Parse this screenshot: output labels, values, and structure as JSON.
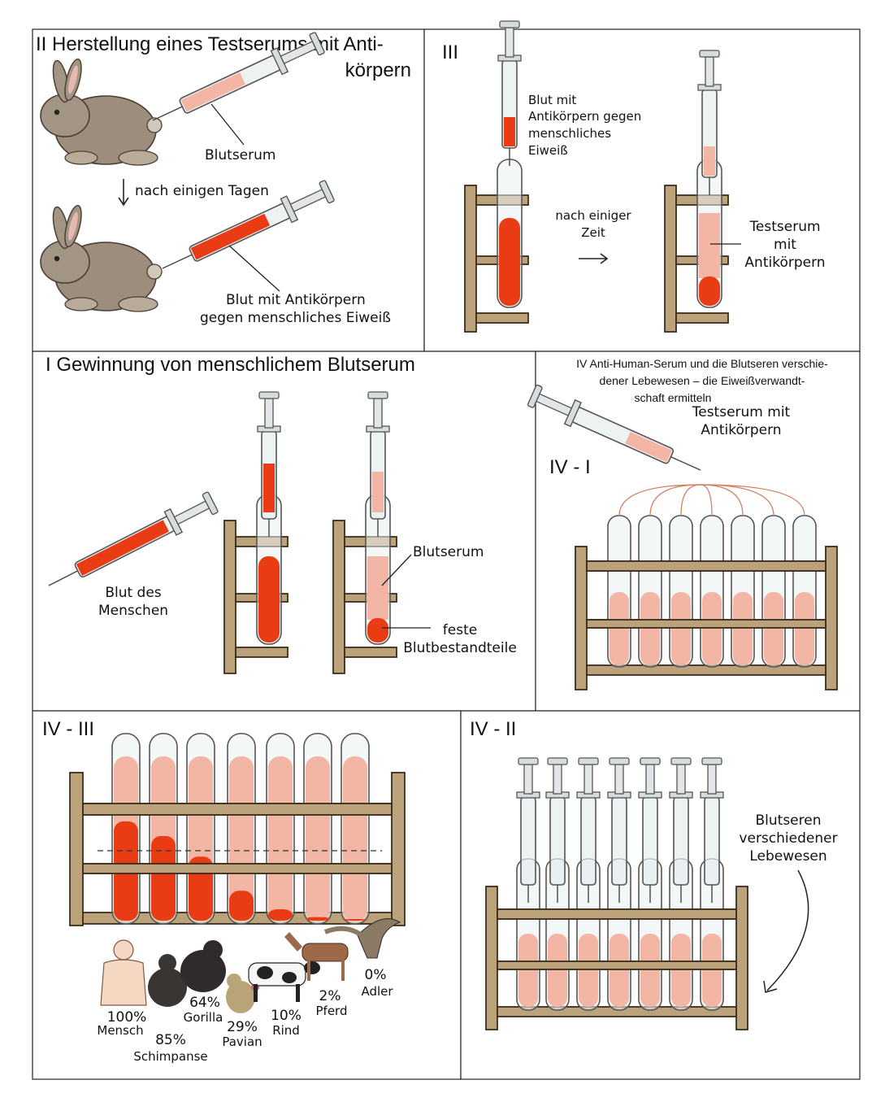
{
  "panel_I": {
    "title": "I Gewinnung von menschlichem Blutserum",
    "label_blood": [
      "Blut des",
      "Menschen"
    ],
    "label_serum": "Blutserum",
    "label_solid": [
      "feste",
      "Blutbestandteile"
    ]
  },
  "panel_II": {
    "title_line1": "II Herstellung eines Testserums mit Anti-",
    "title_line2": "körpern",
    "label_serum": "Blutserum",
    "label_days": "nach einigen Tagen",
    "label_blood": [
      "Blut mit Antikörpern",
      "gegen menschliches Eiweiß"
    ]
  },
  "panel_III": {
    "title": "III",
    "label_blood": [
      "Blut mit",
      "Antikörpern gegen",
      "menschliches",
      "Eiweiß"
    ],
    "label_time": [
      "nach einiger",
      "Zeit"
    ],
    "label_test": [
      "Testserum",
      "mit",
      "Antikörpern"
    ]
  },
  "panel_IV": {
    "heading": [
      "IV Anti-Human-Serum und die Blutseren verschie-",
      "dener Lebewesen – die Eiweißverwandt-",
      "schaft ermitteln"
    ],
    "sub1_title": "IV - I",
    "sub1_label": [
      "Testserum mit",
      "Antikörpern"
    ],
    "sub2_title": "IV - II",
    "sub2_label": [
      "Blutseren",
      "verschiedener",
      "Lebewesen"
    ],
    "sub3_title": "IV - III"
  },
  "similarity": [
    {
      "species": "Mensch",
      "percent": "100%",
      "value": 100
    },
    {
      "species": "Schimpanse",
      "percent": "85%",
      "value": 85
    },
    {
      "species": "Gorilla",
      "percent": "64%",
      "value": 64
    },
    {
      "species": "Pavian",
      "percent": "29%",
      "value": 29
    },
    {
      "species": "Rind",
      "percent": "10%",
      "value": 10
    },
    {
      "species": "Pferd",
      "percent": "2%",
      "value": 2
    },
    {
      "species": "Adler",
      "percent": "0%",
      "value": 0
    }
  ],
  "colors": {
    "blood": "#ea3c14",
    "serum": "#f4b6a4",
    "wood": "#bca27a",
    "rabbit": "#9c8d7c"
  }
}
